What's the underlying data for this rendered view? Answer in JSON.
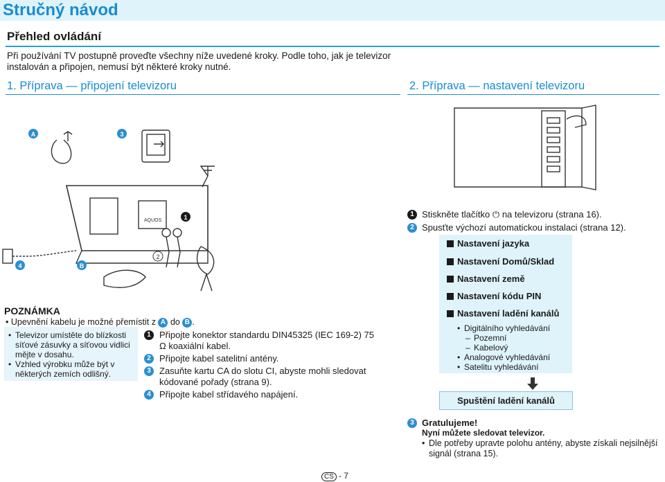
{
  "page_title": "Stručný návod",
  "section_title": "Přehled ovládání",
  "intro": "Při používání TV postupně proveďte všechny níže uvedené kroky. Podle toho, jak je televizor instalován a připojen, nemusí být některé kroky nutné.",
  "step1": {
    "title": "1. Příprava — připojení televizoru",
    "diagram_labels": {
      "a": "A",
      "b": "B",
      "c": "3",
      "d": "4",
      "n1": "1",
      "n2": "2",
      "brand": "AQUOS"
    }
  },
  "step2": {
    "title": "2. Příprava — nastavení televizoru"
  },
  "note": {
    "title": "POZNÁMKA",
    "main_pre": "Upevnění kabelu je možné přemístit z",
    "main_a": "A",
    "main_mid": "do",
    "main_b": "B",
    "main_end": ".",
    "items": [
      "Televizor umístěte do blízkosti síťové zásuvky a síťovou vidlici mějte v dosahu.",
      "Vzhled výrobku může být v některých zemích odlišný."
    ]
  },
  "connections": [
    {
      "num": "1",
      "text": "Připojte konektor standardu DIN45325 (IEC 169-2) 75 Ω koaxiální kabel."
    },
    {
      "num": "2",
      "text": "Připojte kabel satelitní antény."
    },
    {
      "num": "3",
      "text": "Zasuňte kartu CA do slotu CI, abyste mohli sledovat kódované pořady (strana 9)."
    },
    {
      "num": "4",
      "text": "Připojte kabel střídavého napájení."
    }
  ],
  "setup_steps": [
    {
      "num": "1",
      "pre": "Stiskněte tlačítko",
      "post": "na televizoru (strana 16)."
    },
    {
      "num": "2",
      "pre": "Spusťte výchozí automatickou instalaci (strana 12).",
      "post": ""
    }
  ],
  "menu": {
    "items": [
      "Nastavení jazyka",
      "Nastavení Domů/Sklad",
      "Nastavení země",
      "Nastavení kódu PIN",
      "Nastavení ladění kanálů"
    ],
    "sub": [
      {
        "kind": "b",
        "text": "Digitálního vyhledávání"
      },
      {
        "kind": "d",
        "text": "Pozemní"
      },
      {
        "kind": "d",
        "text": "Kabelový"
      },
      {
        "kind": "b",
        "text": "Analogové vyhledávání"
      },
      {
        "kind": "b",
        "text": "Satelitu vyhledávání"
      }
    ],
    "start_label": "Spuštění ladění kanálů"
  },
  "congrats": {
    "num": "3",
    "title": "Gratulujeme!",
    "subtitle": "Nyní můžete sledovat televizor.",
    "tip": "Dle potřeby upravte polohu antény, abyste získali nejsilnější signál (strana 15)."
  },
  "footer": {
    "lang": "CS",
    "page": "- 7"
  },
  "colors": {
    "accent": "#1a8ccf",
    "light_box": "#dff3fa",
    "badge_blue": "#2a8fd0"
  }
}
